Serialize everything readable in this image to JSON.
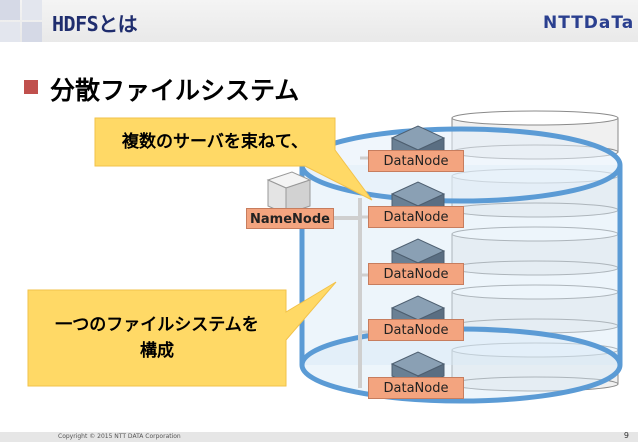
{
  "header": {
    "title": "HDFSとは",
    "logo": "NTTDaTa"
  },
  "section": {
    "heading": "分散ファイルシステム"
  },
  "diagram": {
    "callout_top": "複数のサーバを束ねて、",
    "callout_bottom_line1": "一つのファイルシステムを",
    "callout_bottom_line2": "構成",
    "namenode": "NameNode",
    "datanodes": [
      "DataNode",
      "DataNode",
      "DataNode",
      "DataNode",
      "DataNode"
    ]
  },
  "footer": {
    "copyright": "Copyright © 2015 NTT DATA Corporation",
    "page": "9"
  },
  "colors": {
    "title": "#1f2d6e",
    "bullet": "#c0504d",
    "node_label": "#f3a47f",
    "cylinder": "#5b9bd5",
    "callout": "#ffc000"
  }
}
